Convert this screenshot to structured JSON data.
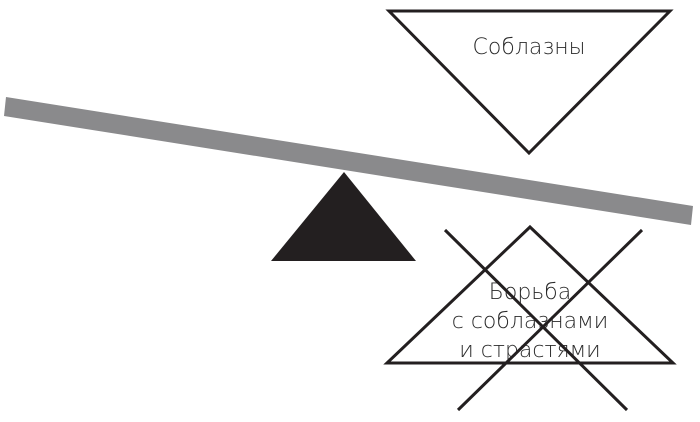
{
  "diagram": {
    "top_weight_label": "Соблазны",
    "bottom_weight_lines": [
      "Борьба",
      "с соблазнами",
      "и страстями"
    ],
    "colors": {
      "beam": "#8a8a8c",
      "fulcrum": "#231f20",
      "stroke": "#231f20"
    }
  }
}
